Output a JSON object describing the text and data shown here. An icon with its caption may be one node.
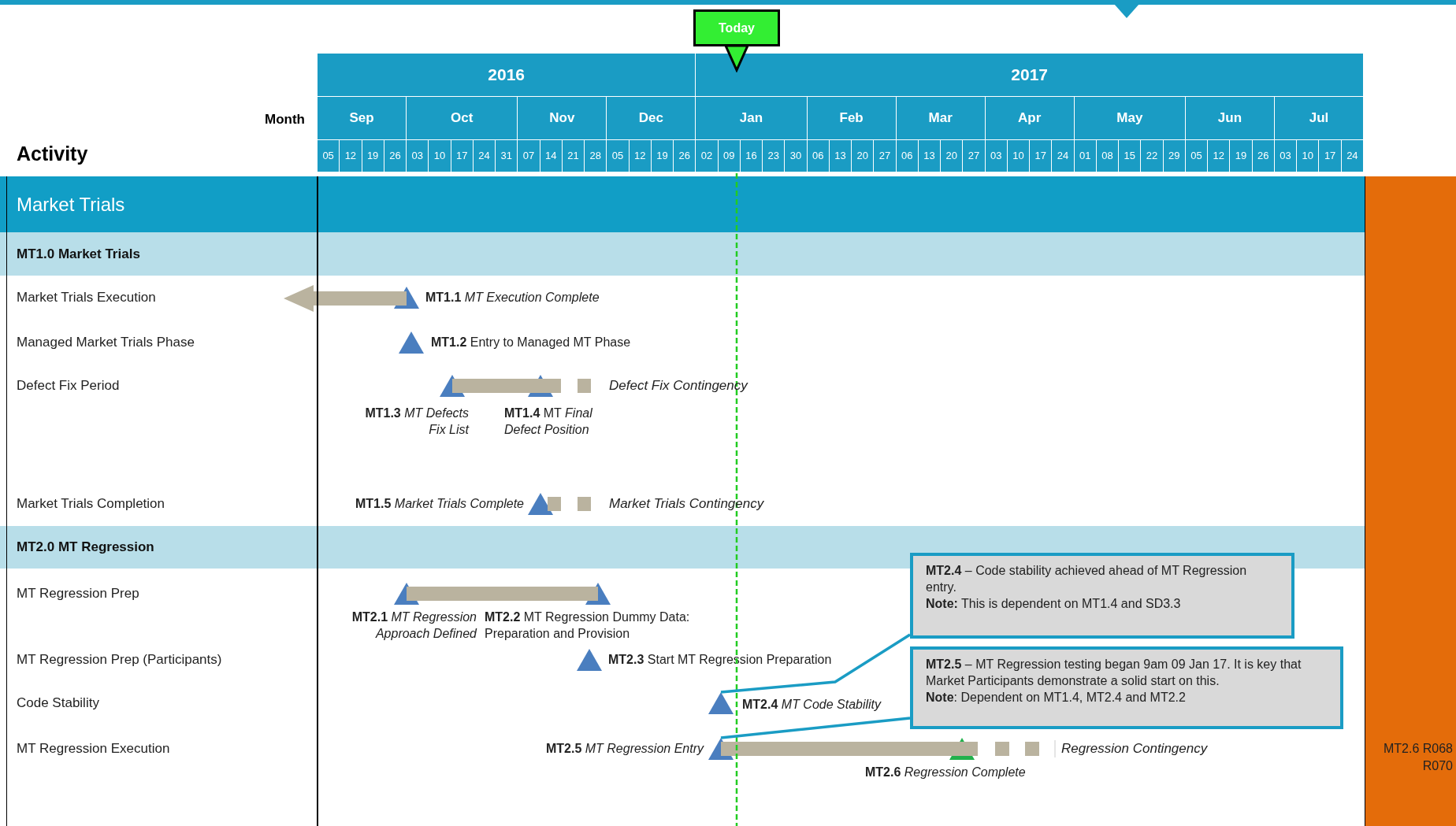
{
  "diagram": {
    "nodes": [
      {
        "text": [
          "Today"
        ]
      },
      {
        "text": [
          "Market Trials"
        ]
      },
      {
        "text": [
          "MT1.0 Market Trials"
        ]
      },
      {
        "text": [],
        "shape": "triangle",
        "beside": [
          "**MT1.1** *MT Execution Complete*"
        ]
      },
      {
        "text": [],
        "shape": "triangle",
        "beside": [
          "**MT1.2** Entry to Managed MT Phase"
        ]
      },
      {
        "text": [],
        "shape": "triangle",
        "beside": [
          "**MT1.3** *MT Defects Fix List*"
        ]
      },
      {
        "text": [],
        "shape": "triangle",
        "beside": [
          "**MT1.4** MT *Final Defect Position*"
        ]
      },
      {
        "text": [],
        "shape": "triangle",
        "beside": [
          "**MT1.5** *Market Trials Complete*"
        ]
      },
      {
        "text": [
          "MT2.0 MT Regression"
        ]
      },
      {
        "text": [],
        "shape": "triangle",
        "beside": [
          "**MT2.1** *MT Regression Approach Defined*"
        ]
      },
      {
        "text": [],
        "shape": "triangle",
        "beside": [
          "**MT2.2** MT Regression Dummy Data: Preparation and Provision"
        ]
      },
      {
        "text": [
          "**MT2.4** – Code stability achieved ahead of MT Regression entry.",
          "**Note:** This is dependent on MT1.4 and SD3.3"
        ]
      },
      {
        "text": [],
        "shape": "triangle",
        "beside": [
          "**MT2.3** Start MT Regression Preparation"
        ]
      },
      {
        "text": [
          "**MT2.5** – MT Regression testing began 9am 09 Jan 17. It is key that Market Participants demonstrate a solid start on this.",
          "**Note**: Dependent on MT1.4, MT2.4 and MT2.2"
        ]
      },
      {
        "text": [],
        "shape": "triangle",
        "beside": [
          "**MT2.4** *MT Code Stability*"
        ]
      },
      {
        "text": [],
        "shape": "triangle",
        "beside": [
          "**MT2.5** *MT Regression Entry*"
        ]
      },
      {
        "text": [],
        "shape": "triangle",
        "beside": [
          "**MT2.6** *Regression Complete*"
        ]
      },
      {
        "text": [
          "MT2.6 R068 R070"
        ]
      },
      {
        "text": [],
        "shape": "bar"
      },
      {
        "text": [],
        "shape": "bar"
      },
      {
        "text": [],
        "shape": "bar"
      },
      {
        "text": [],
        "shape": "bar"
      },
      {
        "text": [],
        "shape": "bar"
      }
    ],
    "edges": [
      {
        "from": 11,
        "to": 14,
        "arrow": "none"
      },
      {
        "from": 13,
        "to": 15,
        "arrow": "none"
      }
    ],
    "labels": [
      "Month",
      "Activity",
      "2016",
      "2017",
      "Sep",
      "Oct",
      "Nov",
      "Dec",
      "Jan",
      "Feb",
      "Mar",
      "Apr",
      "May",
      "Jun",
      "Jul",
      "05",
      "12",
      "19",
      "26",
      "03",
      "10",
      "17",
      "24",
      "31",
      "07",
      "14",
      "21",
      "28",
      "05",
      "12",
      "19",
      "26",
      "02",
      "09",
      "16",
      "23",
      "30",
      "06",
      "13",
      "20",
      "27",
      "06",
      "13",
      "20",
      "27",
      "03",
      "10",
      "17",
      "24",
      "01",
      "08",
      "15",
      "22",
      "29",
      "05",
      "12",
      "19",
      "26",
      "03",
      "10",
      "17",
      "24",
      "Market Trials Execution",
      "Managed Market Trials Phase",
      "Defect Fix Period",
      "Defect Fix Contingency",
      "Market Trials Completion",
      "Market Trials Contingency",
      "MT Regression Prep",
      "MT Regression Prep (Participants)",
      "Code Stability",
      "MT Regression Execution",
      "Regression Contingency"
    ]
  }
}
